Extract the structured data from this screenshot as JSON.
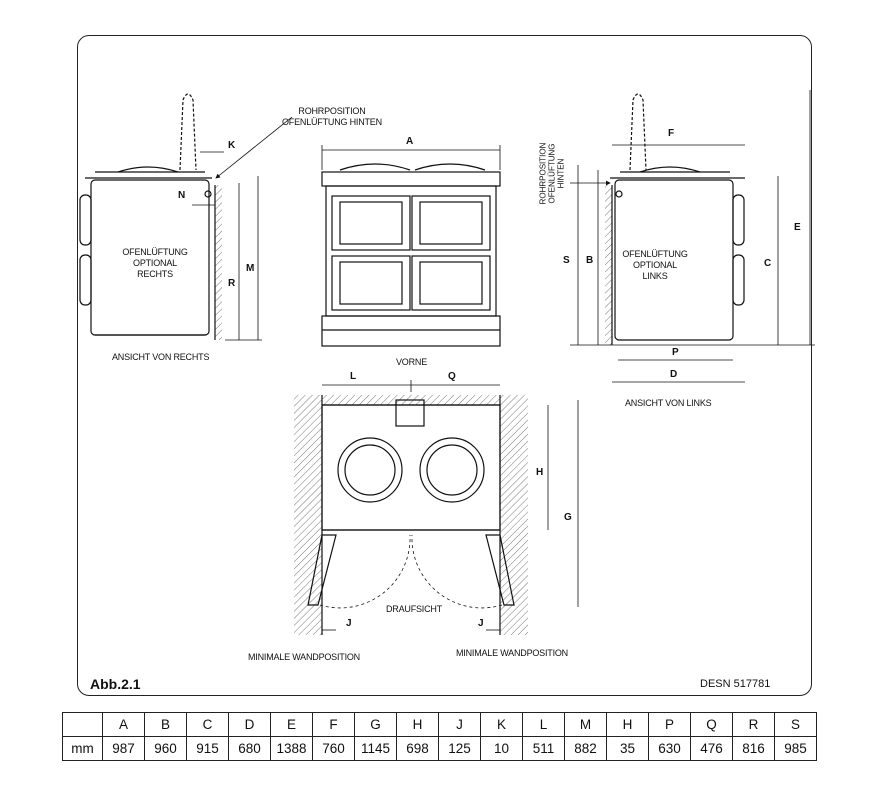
{
  "figure": {
    "label": "Abb.2.1",
    "design_number": "DESN 517781"
  },
  "views": {
    "right": {
      "title": "ANSICHT VON RECHTS",
      "vent_note": "OFENLÜFTUNG\nOPTIONAL\nRECHTS",
      "rear_pipe": "ROHRPOSITION\nOFENLÜFTUNG HINTEN",
      "dims": [
        "K",
        "N",
        "R",
        "M"
      ]
    },
    "front": {
      "title": "VORNE",
      "dims": [
        "A"
      ]
    },
    "left": {
      "title": "ANSICHT VON LINKS",
      "vent_note": "OFENLÜFTUNG\nOPTIONAL\nLINKS",
      "rear_pipe": "ROHRPOSITION\nOFENLÜFTUNG\nHINTEN",
      "dims": [
        "F",
        "S",
        "B",
        "C",
        "E",
        "P",
        "D"
      ]
    },
    "top": {
      "title": "DRAUFSICHT",
      "dims": [
        "L",
        "Q",
        "H",
        "G",
        "J",
        "J"
      ],
      "wall_left": "MINIMALE WANDPOSITION",
      "wall_right": "MINIMALE WANDPOSITION"
    }
  },
  "table": {
    "headers": [
      "",
      "A",
      "B",
      "C",
      "D",
      "E",
      "F",
      "G",
      "H",
      "J",
      "K",
      "L",
      "M",
      "H",
      "P",
      "Q",
      "R",
      "S"
    ],
    "row": [
      "mm",
      "987",
      "960",
      "915",
      "680",
      "1388",
      "760",
      "1145",
      "698",
      "125",
      "10",
      "511",
      "882",
      "35",
      "630",
      "476",
      "816",
      "985"
    ]
  }
}
